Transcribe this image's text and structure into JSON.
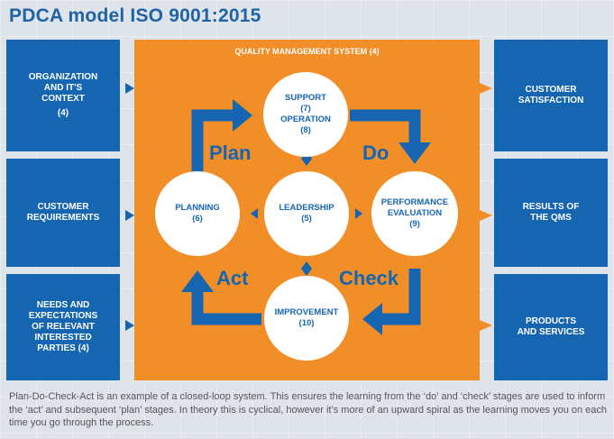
{
  "title": "PDCA model ISO 9001:2015",
  "qms": {
    "label": "QUALITY MANAGEMENT SYSTEM (4)"
  },
  "left_boxes": [
    {
      "lines": [
        "ORGANIZATION",
        "AND IT'S",
        "CONTEXT"
      ],
      "num": "(4)"
    },
    {
      "lines": [
        "CUSTOMER",
        "REQUIREMENTS"
      ],
      "num": ""
    },
    {
      "lines": [
        "NEEDS AND",
        "EXPECTATIONS",
        "OF RELEVANT",
        "INTERESTED",
        "PARTIES (4)"
      ],
      "num": ""
    }
  ],
  "right_boxes": [
    {
      "lines": [
        "CUSTOMER",
        "SATISFACTION"
      ]
    },
    {
      "lines": [
        "RESULTS OF",
        "THE QMS"
      ]
    },
    {
      "lines": [
        "PRODUCTS",
        "AND SERVICES"
      ]
    }
  ],
  "circles": {
    "support": {
      "l1": "SUPPORT",
      "l2": "(7)",
      "l3": "OPERATION",
      "l4": "(8)"
    },
    "planning": {
      "l1": "PLANNING",
      "l2": "(6)"
    },
    "leadership": {
      "l1": "LEADERSHIP",
      "l2": "(5)"
    },
    "performance": {
      "l1": "PERFORMANCE",
      "l2": "EVALUATION",
      "l3": "(9)"
    },
    "improvement": {
      "l1": "IMPROVEMENT",
      "l2": "(10)"
    }
  },
  "phases": {
    "plan": "Plan",
    "do": "Do",
    "check": "Check",
    "act": "Act"
  },
  "caption": "Plan-Do-Check-Act is an example of a closed-loop system. This ensures the learning from the ‘do’ and ‘check’ stages are used to inform the ‘act’ and subsequent ‘plan’ stages. In theory this is cyclical, however it’s more of an upward spiral as the learning moves you on each time you go through the process.",
  "colors": {
    "blue": "#1565b0",
    "orange": "#f28e27",
    "title": "#1e63a6"
  }
}
